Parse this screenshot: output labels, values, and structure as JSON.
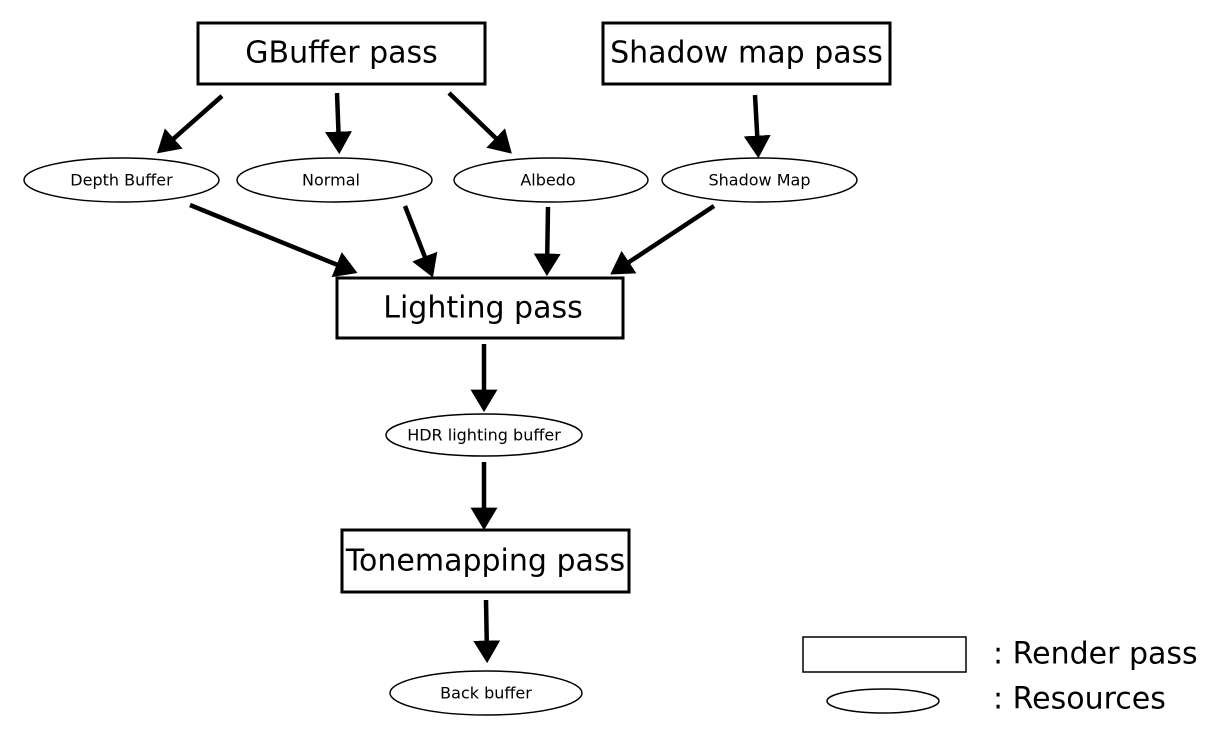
{
  "passes": {
    "gbuffer": "GBuffer pass",
    "shadow_map": "Shadow map pass",
    "lighting": "Lighting pass",
    "tonemapping": "Tonemapping pass"
  },
  "resources": {
    "depth_buffer": "Depth Buffer",
    "normal": "Normal",
    "albedo": "Albedo",
    "shadow_map": "Shadow Map",
    "hdr_lighting_buffer": "HDR lighting buffer",
    "back_buffer": "Back buffer"
  },
  "legend": {
    "render_pass": ": Render pass",
    "resources": ": Resources"
  },
  "colors": {
    "stroke": "#000000",
    "fill": "#ffffff"
  }
}
